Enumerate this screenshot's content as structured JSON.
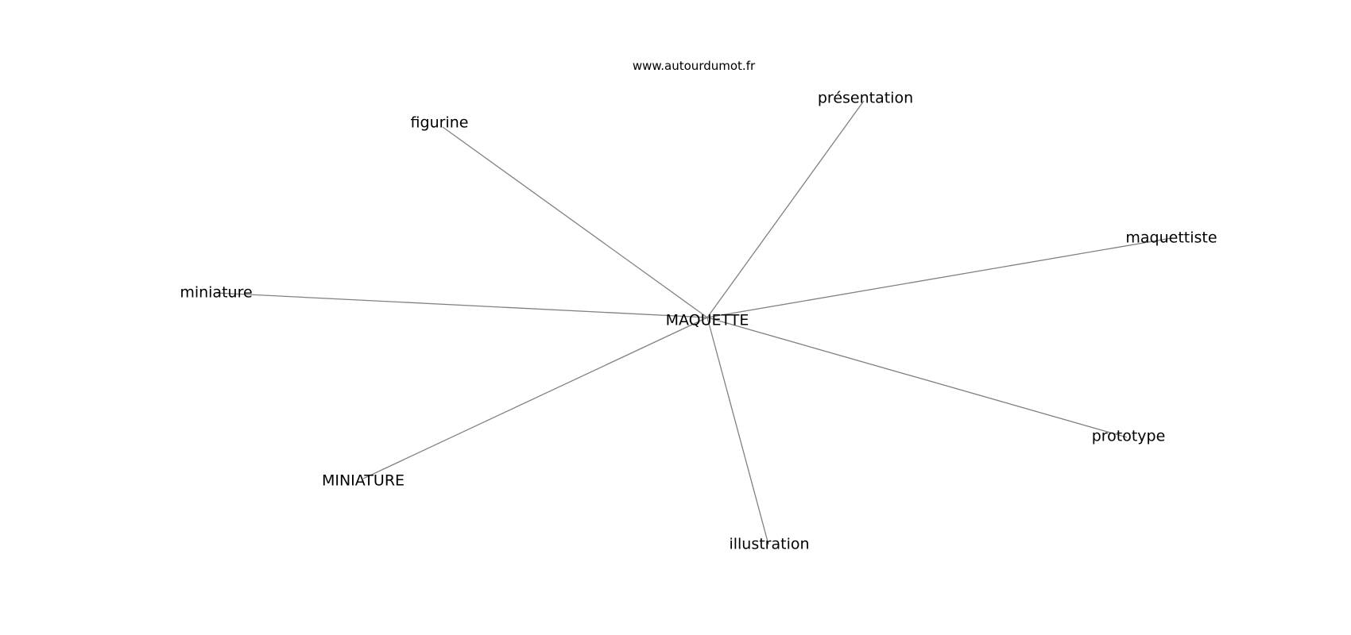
{
  "source": "www.autourdumot.fr",
  "center": "MAQUETTE",
  "nodes": [
    "figurine",
    "présentation",
    "maquettiste",
    "miniature",
    "prototype",
    "MINIATURE",
    "illustration"
  ]
}
